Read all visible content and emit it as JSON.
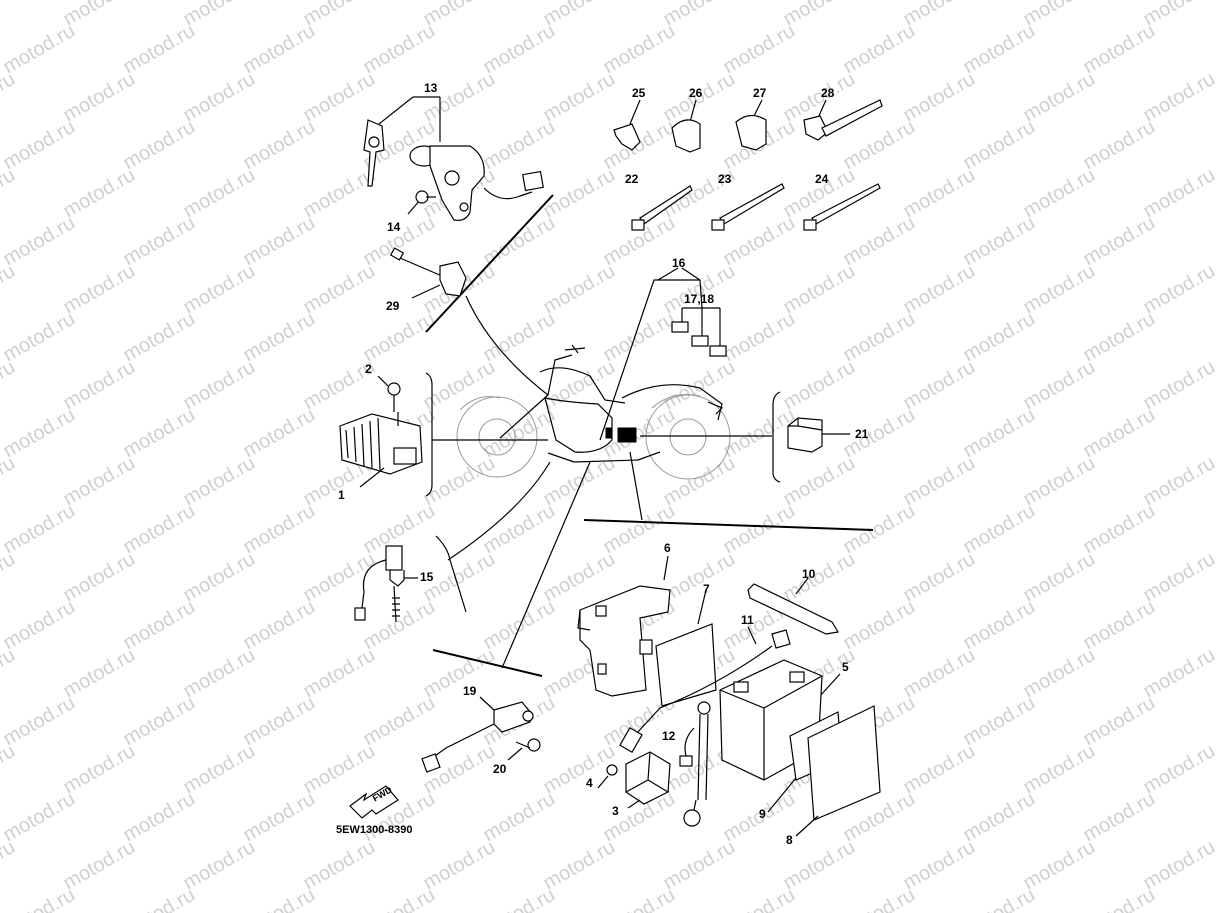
{
  "watermark": "motod.ru",
  "diagram_code": "5EW1300-8390",
  "fwd_label": "FWD",
  "callouts": {
    "c1": "1",
    "c2": "2",
    "c3": "3",
    "c4": "4",
    "c5": "5",
    "c6": "6",
    "c7": "7",
    "c8": "8",
    "c9": "9",
    "c10": "10",
    "c11": "11",
    "c12": "12",
    "c13": "13",
    "c14": "14",
    "c15": "15",
    "c16": "16",
    "c17_18": "17,18",
    "c19": "19",
    "c20": "20",
    "c21": "21",
    "c22": "22",
    "c23": "23",
    "c24": "24",
    "c25": "25",
    "c26": "26",
    "c27": "27",
    "c28": "28",
    "c29": "29"
  },
  "colors": {
    "ink": "#000000",
    "watermark": "#d0d0d0",
    "background": "#ffffff"
  }
}
